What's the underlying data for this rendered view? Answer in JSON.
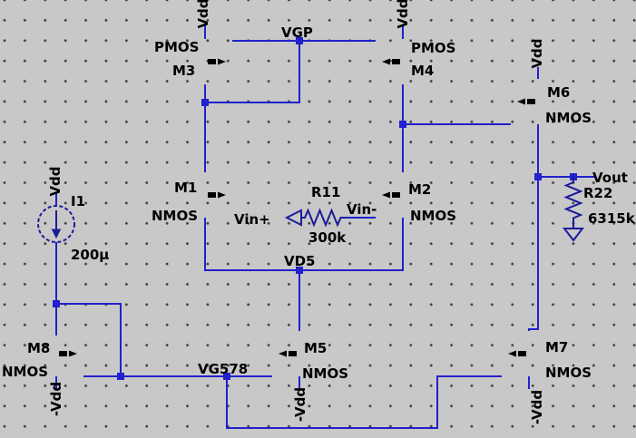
{
  "colors": {
    "background": "#c8c8c8",
    "grid_dot": "#3f3f3f",
    "wire": "#2121cd",
    "component": "#1b1b9b",
    "text": "#000000"
  },
  "labels": {
    "vdd": "Vdd",
    "vss": "-Vdd",
    "vgp": "VGP",
    "vd5": "VD5",
    "vg578": "VG578",
    "vin_plus": "Vin+",
    "vin_minus": "Vin-",
    "vout": "Vout"
  },
  "components": {
    "m1": {
      "ref": "M1",
      "model": "NMOS"
    },
    "m2": {
      "ref": "M2",
      "model": "NMOS"
    },
    "m3": {
      "ref": "M3",
      "model": "PMOS"
    },
    "m4": {
      "ref": "M4",
      "model": "PMOS"
    },
    "m5": {
      "ref": "M5",
      "model": "NMOS"
    },
    "m6": {
      "ref": "M6",
      "model": "NMOS"
    },
    "m7": {
      "ref": "M7",
      "model": "NMOS"
    },
    "m8": {
      "ref": "M8",
      "model": "NMOS"
    },
    "i1": {
      "ref": "I1",
      "value": "200µ"
    },
    "r11": {
      "ref": "R11",
      "value": "300k"
    },
    "r22": {
      "ref": "R22",
      "value": "6315k"
    }
  }
}
